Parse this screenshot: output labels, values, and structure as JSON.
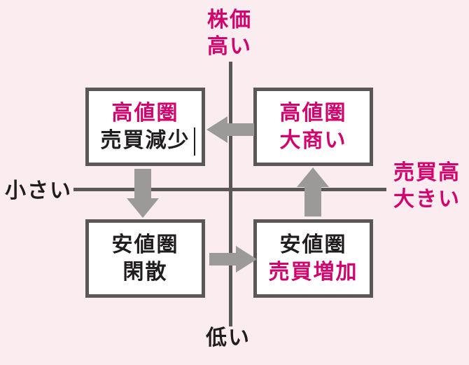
{
  "axes": {
    "y_top": {
      "line1": "株価",
      "line2": "高い"
    },
    "y_bottom": "低い",
    "x_left": "小さい",
    "x_right": {
      "line1": "売買高",
      "line2": "大きい"
    }
  },
  "quadrants": {
    "top_left": {
      "line1": "高値圏",
      "line2": "売買減少"
    },
    "top_right": {
      "line1": "高値圏",
      "line2": "大商い"
    },
    "bottom_left": {
      "line1": "安値圏",
      "line2": "閑散"
    },
    "bottom_right": {
      "line1": "安値圏",
      "line2": "売買増加"
    }
  },
  "arrows": {
    "top": "left",
    "left_side": "down",
    "bottom": "right",
    "right_side": "up"
  },
  "colors": {
    "background": "#fbecf0",
    "accent": "#d2046e",
    "line": "#595757",
    "arrow": "#9b9a98",
    "text": "#1f1d1d"
  }
}
